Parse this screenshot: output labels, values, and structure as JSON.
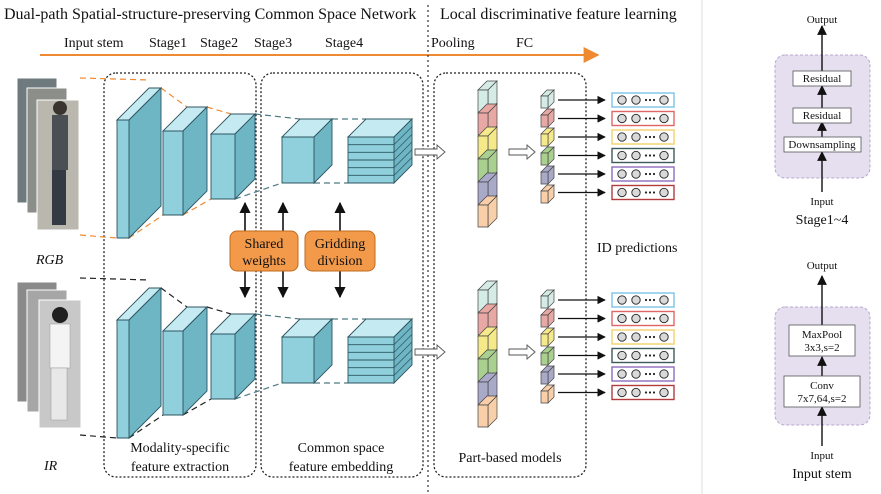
{
  "header": {
    "left_title": "Dual-path Spatial-structure-preserving Common Space Network",
    "right_title": "Local discriminative feature learning"
  },
  "pipeline_labels": {
    "input_stem": "Input stem",
    "stage1": "Stage1",
    "stage2": "Stage2",
    "stage3": "Stage3",
    "stage4": "Stage4",
    "pooling": "Pooling",
    "fc": "FC"
  },
  "modalities": {
    "rgb": "RGB",
    "ir": "IR"
  },
  "boxes": {
    "shared_line1": "Shared",
    "shared_line2": "weights",
    "gridding_line1": "Gridding",
    "gridding_line2": "division"
  },
  "section_captions": {
    "modality_line1": "Modality-specific",
    "modality_line2": "feature extraction",
    "common_line1": "Common space",
    "common_line2": "feature embedding",
    "part_based": "Part-based models"
  },
  "id_predictions": "ID predictions",
  "stage_block": {
    "output": "Output",
    "residual_top": "Residual",
    "residual_bottom": "Residual",
    "downsampling": "Downsampling",
    "input": "Input",
    "caption": "Stage1~4"
  },
  "stem_block": {
    "output": "Output",
    "maxpool_line1": "MaxPool",
    "maxpool_line2": "3x3,s=2",
    "conv_line1": "Conv",
    "conv_line2": "7x7,64,s=2",
    "input": "Input",
    "caption": "Input stem"
  },
  "colors": {
    "arrow_orange": "#f08a30",
    "cube_fill": "#8fd0dc",
    "orange_box": "#f2994a",
    "panel_fill": "#e6dff0",
    "part_colors": [
      "#d5ece6",
      "#e8a9a4",
      "#f6e98a",
      "#a9d08e",
      "#a9a9c8",
      "#f8cfa8"
    ],
    "id_row_colors": [
      "#7ec3e8",
      "#e06666",
      "#f3d36b",
      "#3d5a5a",
      "#8e6bbf",
      "#b33b3b"
    ]
  }
}
